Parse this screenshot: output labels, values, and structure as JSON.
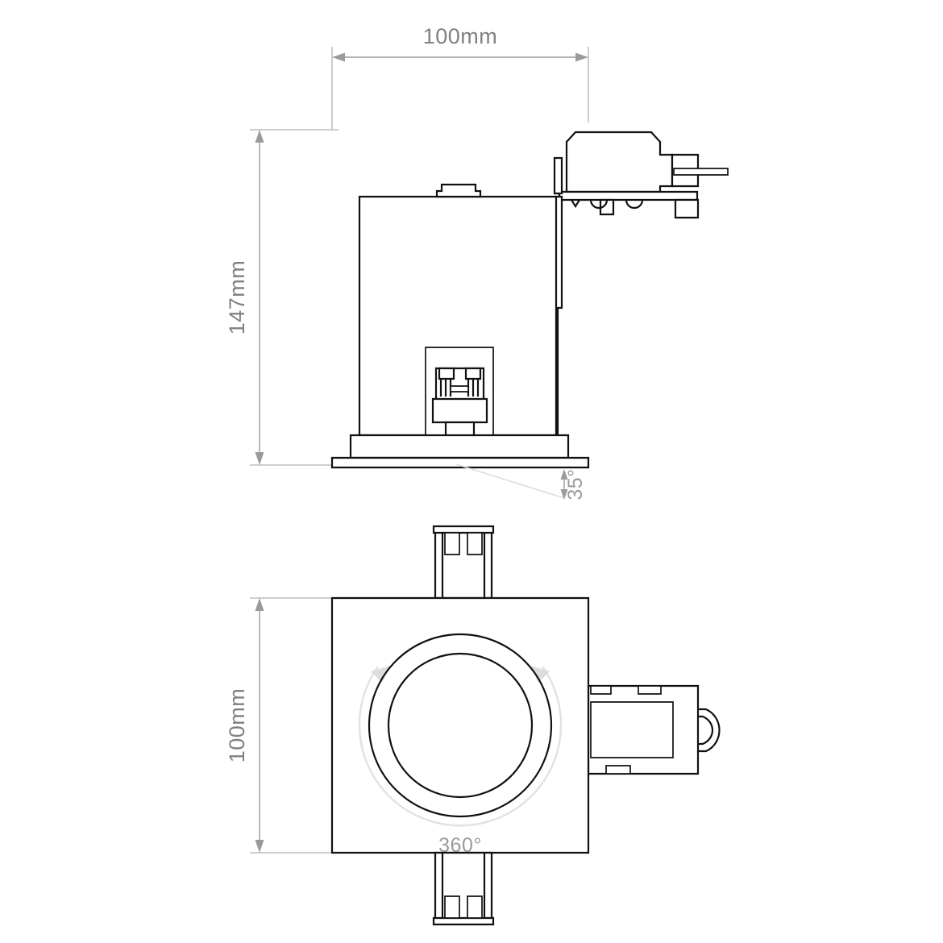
{
  "drawing": {
    "title": "Recessed square downlight technical drawing",
    "background_color": "#ffffff",
    "line_color": "#111111",
    "dimension_color": "#9a9a9a",
    "dimension_text_color": "#808080",
    "rotation_arc_color": "#e2e2e2"
  },
  "side_view": {
    "name": "side-elevation",
    "width_dimension": {
      "label": "100mm",
      "value": 100,
      "unit": "mm",
      "orientation": "horizontal"
    },
    "height_dimension": {
      "label": "147mm",
      "value": 147,
      "unit": "mm",
      "orientation": "vertical-rotated"
    },
    "tilt_annotation": {
      "label": "35°",
      "value": 35,
      "unit": "degrees"
    }
  },
  "plan_view": {
    "name": "plan-view",
    "width_dimension": {
      "label": "100mm",
      "value": 100,
      "unit": "mm",
      "orientation": "vertical-rotated"
    },
    "rotation_annotation": {
      "label": "360°",
      "value": 360,
      "unit": "degrees"
    }
  },
  "components": {
    "housing": "lamp-housing",
    "bezel": "ceiling-bezel-plate",
    "lampholder": "gu10-lampholder",
    "junction_box": "junction-box",
    "cable_gland": "cable-gland",
    "spring_clip_top": "spring-clip-top",
    "spring_clip_bottom": "spring-clip-bottom",
    "aperture_outer": "aperture-outer-ring",
    "aperture_inner": "aperture-inner-ring"
  }
}
